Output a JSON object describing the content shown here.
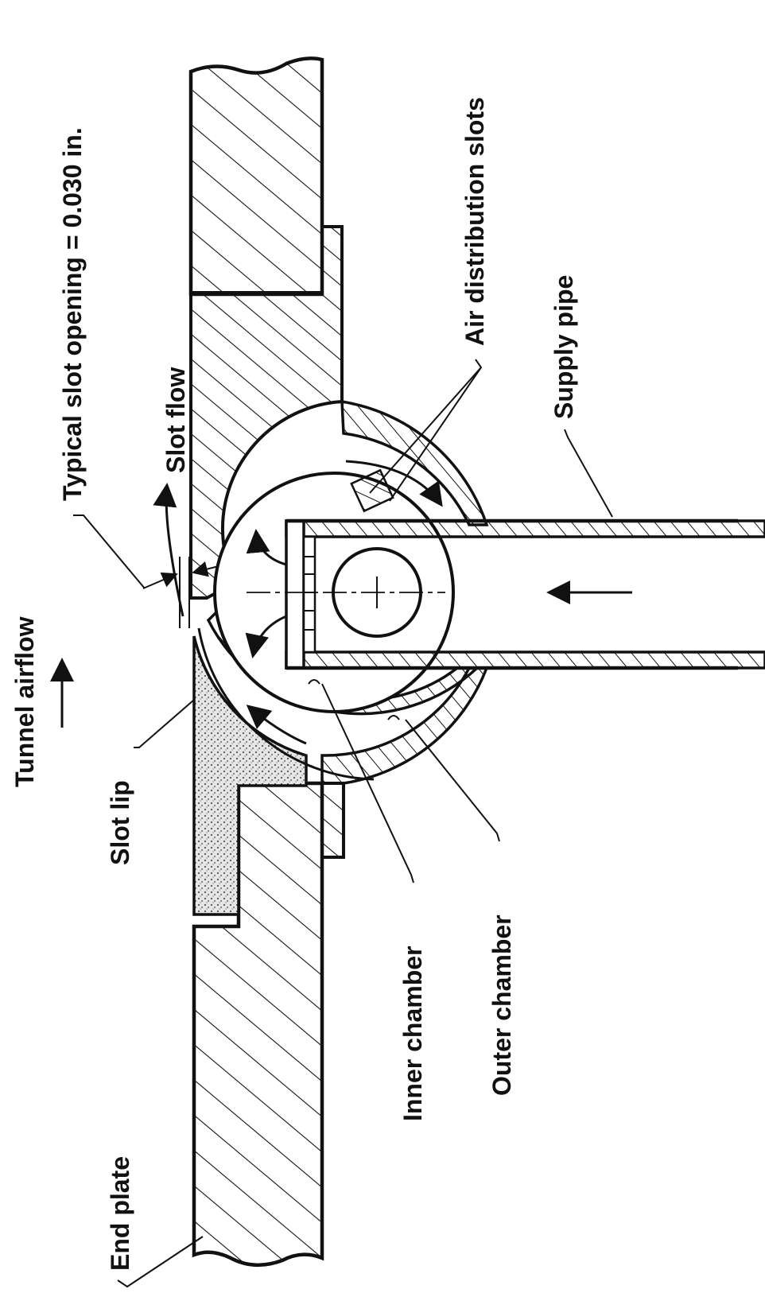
{
  "labels": {
    "typical_slot_opening": "Typical slot opening = 0.030 in.",
    "air_distribution_slots": "Air distribution slots",
    "supply_pipe": "Supply pipe",
    "slot_flow": "Slot flow",
    "tunnel_airflow": "Tunnel airflow",
    "slot_lip": "Slot lip",
    "inner_chamber": "Inner chamber",
    "outer_chamber": "Outer chamber",
    "end_plate": "End plate"
  },
  "colors": {
    "ink": "#111111",
    "background": "#ffffff",
    "stipple": "#cfcfcf"
  }
}
